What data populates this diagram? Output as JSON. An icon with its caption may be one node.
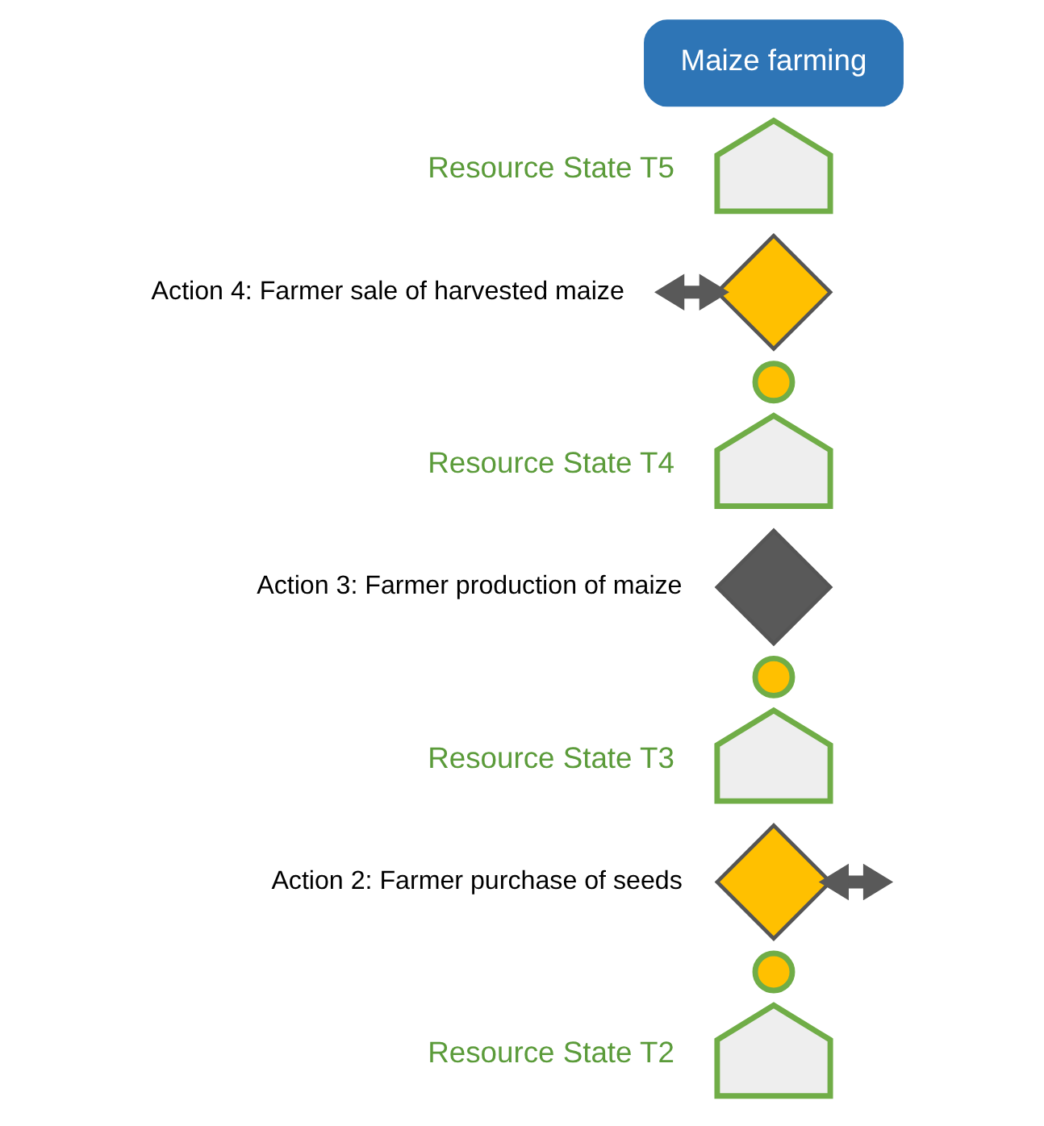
{
  "diagram": {
    "nodes": [
      {
        "text": [
          "Maize farming"
        ]
      },
      {
        "text": [],
        "shape": "pentagon",
        "beside": [
          "Resource State T5"
        ]
      },
      {
        "text": [],
        "shape": "diamond",
        "beside": [
          "Action 4: Farmer sale of harvested maize"
        ]
      },
      {
        "text": [],
        "shape": "circle"
      },
      {
        "text": [],
        "shape": "pentagon",
        "beside": [
          "Resource State T4"
        ]
      },
      {
        "text": [],
        "shape": "diamond",
        "beside": [
          "Action 3: Farmer production of maize"
        ]
      },
      {
        "text": [],
        "shape": "circle"
      },
      {
        "text": [],
        "shape": "pentagon",
        "beside": [
          "Resource State T3"
        ]
      },
      {
        "text": [],
        "shape": "diamond",
        "beside": [
          "Action 2: Farmer purchase of seeds"
        ]
      },
      {
        "text": [],
        "shape": "circle"
      },
      {
        "text": [],
        "shape": "pentagon",
        "beside": [
          "Resource State T2"
        ]
      }
    ],
    "edges": [
      {
        "from": 2,
        "to": null,
        "arrow": "both"
      },
      {
        "from": 8,
        "to": null,
        "arrow": "both"
      }
    ]
  }
}
